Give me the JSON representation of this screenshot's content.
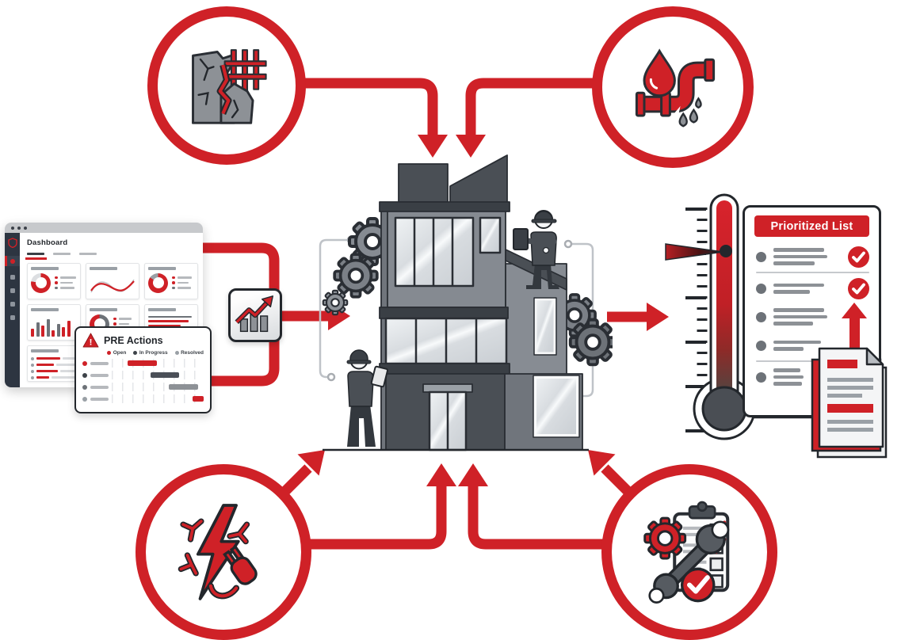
{
  "colors": {
    "accent_red": "#cf2127",
    "outline_dark": "#23272c",
    "gray": "#8d9196"
  },
  "dashboard": {
    "title": "Dashboard",
    "window_dots": 3,
    "sidebar_logo": "shield-icon",
    "pre_actions": {
      "title": "PRE Actions",
      "warning_glyph": "!",
      "legend": [
        {
          "label": "Open",
          "color": "#cf2127"
        },
        {
          "label": "In Progress",
          "color": "#3d4248"
        },
        {
          "label": "Resolved",
          "color": "#9aa0a6"
        }
      ],
      "rows": [
        {
          "status": "Open",
          "dot": "#cf2127",
          "bar": "#cf2127",
          "start": 17,
          "width": 32
        },
        {
          "status": "In Progress",
          "dot": "#3d4248",
          "bar": "#4a4f57",
          "start": 42,
          "width": 31
        },
        {
          "status": "In Progress",
          "dot": "#6d7278",
          "bar": "#8d9196",
          "start": 62,
          "width": 32
        },
        {
          "status": "Open",
          "dot": "#9aa0a6",
          "bar": "#cf2127",
          "start": 88,
          "width": 12
        }
      ]
    }
  },
  "flow_nodes": [
    {
      "id": "structural-damage",
      "icon": "cracked-wall-rebar-icon"
    },
    {
      "id": "water-leak",
      "icon": "water-drop-pipe-icon"
    },
    {
      "id": "electrical-hazard",
      "icon": "lightning-plug-icon"
    },
    {
      "id": "maintenance",
      "icon": "gear-wrench-checklist-icon"
    }
  ],
  "process_icon": "trend-chart-icon",
  "center_icon": "building-inspection-illustration",
  "thermometer_icon": "severity-thermometer-icon",
  "documents_icon": "documents-stack-icon",
  "prioritized_list": {
    "title": "Prioritized List",
    "items": [
      {
        "marker": "check",
        "line_widths": [
          64,
          68,
          52
        ],
        "separator_after": true
      },
      {
        "marker": "check",
        "line_widths": [
          64,
          46
        ],
        "separator_after": false
      },
      {
        "marker": "arrow-up",
        "line_widths": [
          64,
          68,
          50
        ],
        "separator_after": false
      },
      {
        "marker": "none",
        "line_widths": [
          60,
          38
        ],
        "separator_after": true
      },
      {
        "marker": "none",
        "line_widths": [
          34,
          38,
          36
        ],
        "separator_after": false
      }
    ]
  }
}
